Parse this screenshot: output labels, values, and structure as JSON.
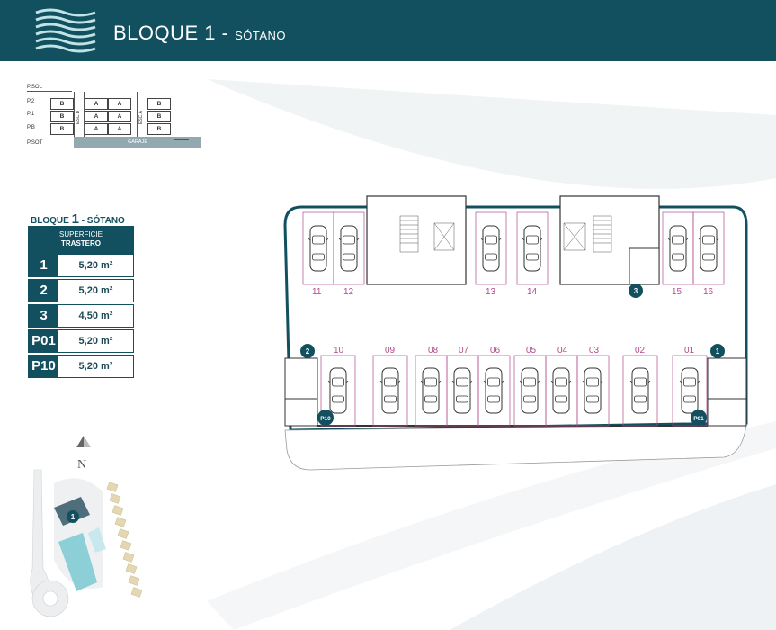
{
  "header": {
    "title": "BLOQUE 1 -",
    "subtitle": "SÓTANO"
  },
  "elevation": {
    "levels": [
      "P.SOL",
      "P.2",
      "P.1",
      "P.B",
      "P.SOT"
    ],
    "rows": [
      [
        "B",
        "A",
        "A",
        "B"
      ],
      [
        "B",
        "A",
        "A",
        "B"
      ],
      [
        "B",
        "A",
        "A",
        "B"
      ]
    ],
    "stairs": [
      "ESC.B",
      "ESC.A"
    ],
    "garage_label": "GARAJE"
  },
  "surface_table": {
    "title_prefix": "BLOQUE",
    "title_number": "1",
    "title_suffix": "- SÓTANO",
    "header_line1": "SUPERFICIE",
    "header_line2": "TRASTERO",
    "rows": [
      {
        "id": "1",
        "area": "5,20 m²"
      },
      {
        "id": "2",
        "area": "5,20 m²"
      },
      {
        "id": "3",
        "area": "4,50 m²"
      },
      {
        "id": "P01",
        "area": "5,20 m²"
      },
      {
        "id": "P10",
        "area": "5,20 m²"
      }
    ]
  },
  "floor_plan": {
    "top_spots": [
      "11",
      "12",
      "13",
      "14",
      "15",
      "16"
    ],
    "bottom_spots": [
      "10",
      "09",
      "08",
      "07",
      "06",
      "05",
      "04",
      "03",
      "02",
      "01"
    ],
    "storage_badges": [
      "1",
      "2",
      "3",
      "P01",
      "P10"
    ]
  },
  "site_map": {
    "north_label": "N",
    "block_badge": "1"
  },
  "colors": {
    "brand": "#13505f",
    "spot_lines": "#b24a8a",
    "garage_band": "#93a9b1"
  }
}
